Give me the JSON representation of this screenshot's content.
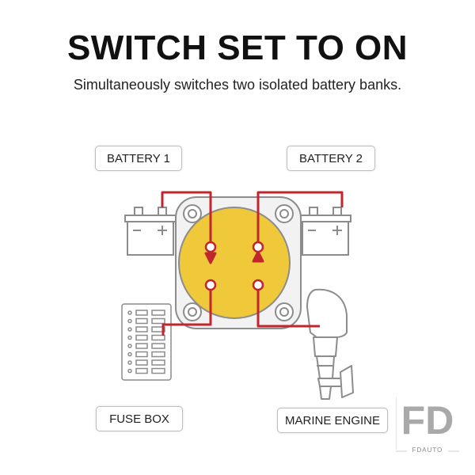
{
  "header": {
    "title": "SWITCH SET TO ON",
    "subtitle": "Simultaneously switches two isolated battery banks."
  },
  "labels": {
    "battery1": "BATTERY 1",
    "battery2": "BATTERY 2",
    "fusebox": "FUSE BOX",
    "engine": "MARINE ENGINE"
  },
  "logo": {
    "mark": "FD",
    "name": "FDAUTO"
  },
  "colors": {
    "wire": "#c0262c",
    "switch_face": "#f0c93a",
    "outline": "#8c8c8c"
  }
}
